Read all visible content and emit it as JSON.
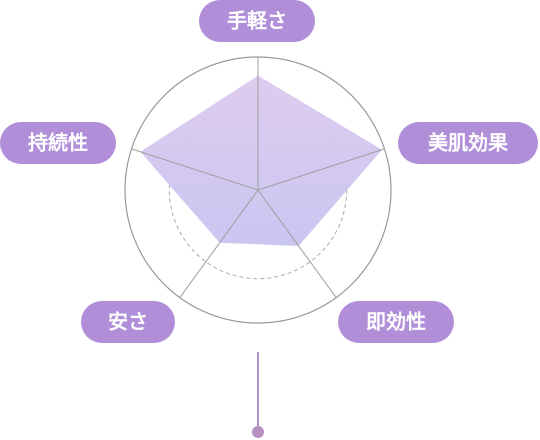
{
  "chart_data": {
    "type": "radar",
    "axes": [
      "手軽さ",
      "美肌効果",
      "即効性",
      "安さ",
      "持続性"
    ],
    "values": [
      0.86,
      0.98,
      0.52,
      0.49,
      0.93
    ],
    "range": [
      0,
      1
    ],
    "rings": 3,
    "colors": {
      "fill_top": "#dcc9ee",
      "fill_bottom": "#c7c3f1",
      "label_bg": "#b08fd8",
      "ring_outer": "#999999",
      "ring_inner": "#aaaaaa",
      "spoke": "#9f9f9f",
      "pin": "#b58fc0"
    }
  }
}
